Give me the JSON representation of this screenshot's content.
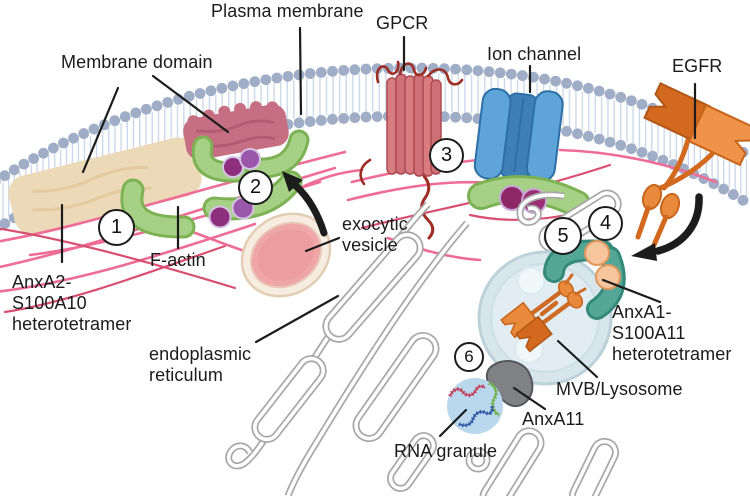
{
  "labels": {
    "plasma_membrane": "Plasma membrane",
    "membrane_domain": "Membrane domain",
    "gpcr": "GPCR",
    "ion_channel": "Ion channel",
    "egfr": "EGFR",
    "anxa2_s100a10": "AnxA2-\nS100A10\nheterotetramer",
    "f_actin": "F-actin",
    "exocytic_vesicle": "exocytic\nvesicle",
    "endoplasmic_reticulum": "endoplasmic\nreticulum",
    "anxa1_s100a11": "AnxA1-\nS100A11\nheterotetramer",
    "mvb_lysosome": "MVB/Lysosome",
    "anxa11": "AnxA11",
    "rna_granule": "RNA granule"
  },
  "steps": [
    "1",
    "2",
    "3",
    "4",
    "5",
    "6"
  ],
  "colors": {
    "text": "#1b1b1b",
    "membrane_head": "#9fadc7",
    "membrane_tail": "#cdd8ea",
    "membrane_domain_1": "#ecd9b8",
    "membrane_domain_2": "#c76f82",
    "annexin_green": "#a6d086",
    "s100_purple_dark": "#8e2f7d",
    "s100_purple_light": "#9a57a9",
    "f_actin_pink": "#ee6d96",
    "gpcr_red": "#d97c80",
    "ion_channel_blue": "#5ea4d8",
    "egfr_orange": "#e8893c",
    "vesicle_pink": "#efa6a6",
    "er_gray": "#a7a7a7",
    "mvb_fill": "#d7e6ed",
    "anxa1_teal": "#54a797",
    "s100a11_peach": "#f6c49d",
    "anxa11_gray": "#7f8184",
    "rna_granule_blue": "#b9d8ee",
    "arrow_black": "#1c1c1c"
  }
}
